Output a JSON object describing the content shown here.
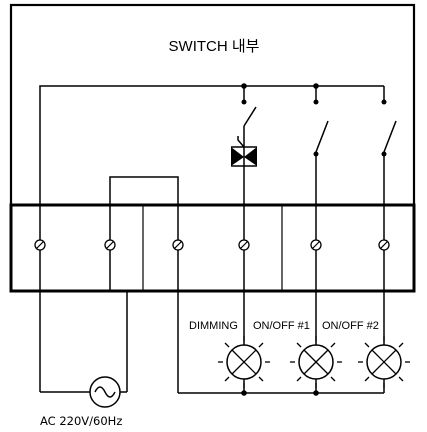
{
  "title": "SWITCH 내부",
  "terminals": {
    "count": 6
  },
  "labels": {
    "dimming": "DIMMING",
    "onoff1": "ON/OFF #1",
    "onoff2": "ON/OFF #2",
    "ac_source": "AC  220V/60Hz"
  },
  "lamps": [
    "dimming-lamp",
    "onoff1-lamp",
    "onoff2-lamp"
  ],
  "colors": {
    "line": "#000000",
    "background": "#ffffff"
  }
}
